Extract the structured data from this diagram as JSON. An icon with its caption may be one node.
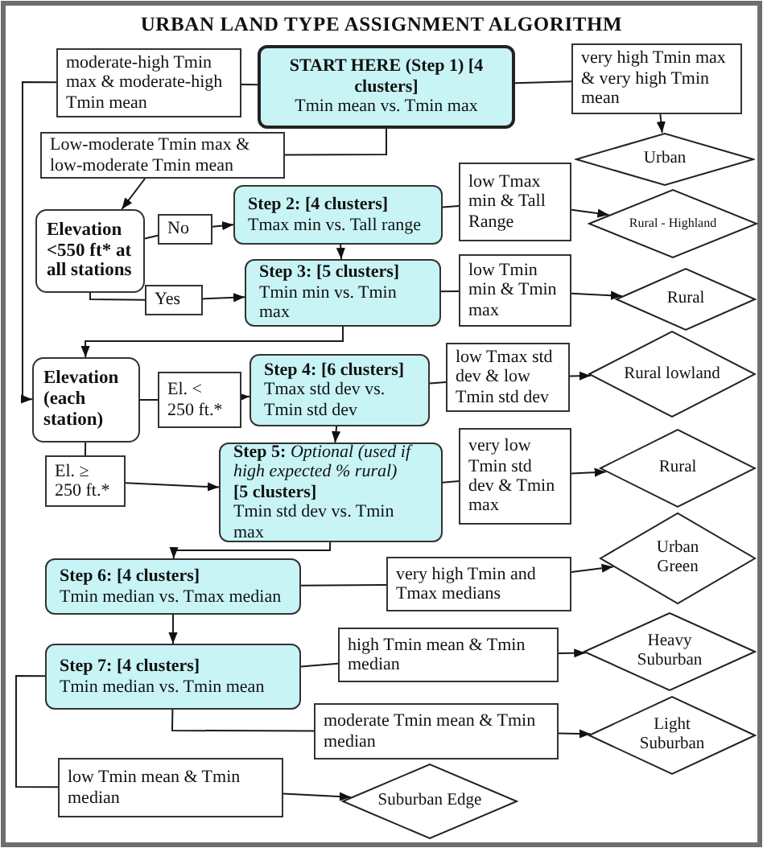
{
  "diagram": {
    "title": "URBAN LAND TYPE ASSIGNMENT ALGORITHM",
    "nodes": [
      {
        "text": [
          "START HERE (Step 1) [4 clusters]",
          "Tmin mean vs. Tmin max"
        ]
      },
      {
        "text": [
          "moderate-high Tmin max & moderate-high Tmin mean"
        ]
      },
      {
        "text": [
          "very high Tmin max & very high Tmin mean"
        ]
      },
      {
        "text": [
          "Urban"
        ]
      },
      {
        "text": [
          "Low-moderate Tmin max & low-moderate Tmin mean"
        ]
      },
      {
        "text": [
          "Elevation <550 ft* at all stations"
        ]
      },
      {
        "text": [
          "No"
        ]
      },
      {
        "text": [
          "Step 2: [4 clusters]",
          "Tmax min vs. Tall range"
        ]
      },
      {
        "text": [
          "low Tmax min & Tall Range"
        ]
      },
      {
        "text": [
          "Rural - Highland"
        ]
      },
      {
        "text": [
          "Yes"
        ]
      },
      {
        "text": [
          "Step 3: [5 clusters]",
          "Tmin min vs. Tmin max"
        ]
      },
      {
        "text": [
          "low Tmin min & Tmin max"
        ]
      },
      {
        "text": [
          "Rural"
        ]
      },
      {
        "text": [
          "Elevation (each station)"
        ]
      },
      {
        "text": [
          "El. < 250 ft.*"
        ]
      },
      {
        "text": [
          "Step 4: [6 clusters]",
          "Tmax std dev vs. Tmin std dev"
        ]
      },
      {
        "text": [
          "low Tmax std dev & low Tmin std dev"
        ]
      },
      {
        "text": [
          "Rural lowland"
        ]
      },
      {
        "text": [
          "El. ≥ 250 ft.*"
        ]
      },
      {
        "text": [
          "**Step 5:** *Optional (used if high expected % rural)*",
          "[5 clusters]",
          "Tmin std dev vs. Tmin max"
        ]
      },
      {
        "text": [
          "very low Tmin std dev & Tmin max"
        ]
      },
      {
        "text": [
          "Rural"
        ]
      },
      {
        "text": [
          "Step 6:  [4 clusters]",
          "Tmin median vs. Tmax median"
        ]
      },
      {
        "text": [
          "very high Tmin and Tmax medians"
        ]
      },
      {
        "text": [
          "Urban Green"
        ]
      },
      {
        "text": [
          "Step 7: [4 clusters]",
          "Tmin median vs. Tmin mean"
        ]
      },
      {
        "text": [
          "high Tmin mean & Tmin median"
        ]
      },
      {
        "text": [
          "Heavy Suburban"
        ]
      },
      {
        "text": [
          "moderate Tmin mean & Tmin median"
        ]
      },
      {
        "text": [
          "Light Suburban"
        ]
      },
      {
        "text": [
          "low Tmin mean & Tmin median"
        ]
      },
      {
        "text": [
          "Suburban Edge"
        ]
      }
    ],
    "edges": [
      {
        "from": 0,
        "to": 1,
        "arrow": "none"
      },
      {
        "from": 1,
        "to": 14,
        "arrow": "to"
      },
      {
        "from": 0,
        "to": 2,
        "arrow": "none"
      },
      {
        "from": 2,
        "to": 3,
        "arrow": "to"
      },
      {
        "from": 0,
        "to": 4,
        "arrow": "none"
      },
      {
        "from": 4,
        "to": 5,
        "arrow": "to"
      },
      {
        "from": 5,
        "to": 6,
        "arrow": "none"
      },
      {
        "from": 6,
        "to": 7,
        "arrow": "to"
      },
      {
        "from": 7,
        "to": 8,
        "arrow": "none"
      },
      {
        "from": 8,
        "to": 9,
        "arrow": "to"
      },
      {
        "from": 7,
        "to": 11,
        "arrow": "to"
      },
      {
        "from": 5,
        "to": 10,
        "arrow": "none"
      },
      {
        "from": 10,
        "to": 11,
        "arrow": "to"
      },
      {
        "from": 11,
        "to": 12,
        "arrow": "none"
      },
      {
        "from": 12,
        "to": 13,
        "arrow": "to"
      },
      {
        "from": 11,
        "to": 14,
        "arrow": "to"
      },
      {
        "from": 14,
        "to": 15,
        "arrow": "none"
      },
      {
        "from": 15,
        "to": 16,
        "arrow": "to"
      },
      {
        "from": 16,
        "to": 20,
        "arrow": "to"
      },
      {
        "from": 14,
        "to": 19,
        "arrow": "none"
      },
      {
        "from": 19,
        "to": 20,
        "arrow": "to"
      },
      {
        "from": 16,
        "to": 17,
        "arrow": "none"
      },
      {
        "from": 17,
        "to": 18,
        "arrow": "to"
      },
      {
        "from": 20,
        "to": 21,
        "arrow": "none"
      },
      {
        "from": 21,
        "to": 22,
        "arrow": "to"
      },
      {
        "from": 20,
        "to": 23,
        "arrow": "to"
      },
      {
        "from": 23,
        "to": 24,
        "arrow": "none"
      },
      {
        "from": 24,
        "to": 25,
        "arrow": "to"
      },
      {
        "from": 23,
        "to": 26,
        "arrow": "to"
      },
      {
        "from": 26,
        "to": 27,
        "arrow": "none"
      },
      {
        "from": 27,
        "to": 28,
        "arrow": "to"
      },
      {
        "from": 26,
        "to": 29,
        "arrow": "none"
      },
      {
        "from": 29,
        "to": 30,
        "arrow": "to"
      },
      {
        "from": 26,
        "to": 31,
        "arrow": "none"
      },
      {
        "from": 31,
        "to": 32,
        "arrow": "to"
      }
    ]
  }
}
